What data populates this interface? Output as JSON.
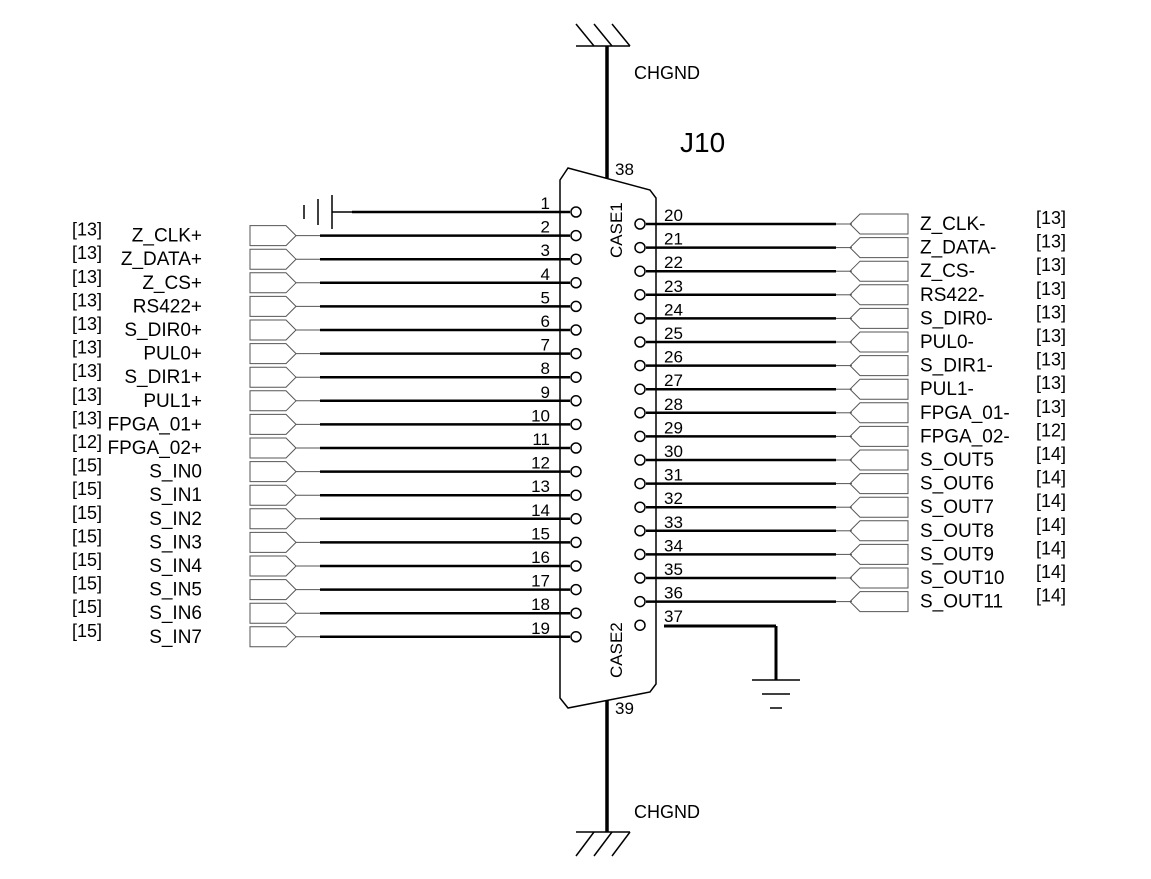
{
  "connector": {
    "refdes": "J10",
    "case_top_label": "CASE1",
    "case_bottom_label": "CASE2",
    "case_top_pin": "38",
    "case_bottom_pin": "39",
    "chassis_top_label": "CHGND",
    "chassis_bottom_label": "CHGND"
  },
  "left_pins": [
    {
      "pin": "1",
      "net": "",
      "ref": ""
    },
    {
      "pin": "2",
      "net": "Z_CLK+",
      "ref": "[13]"
    },
    {
      "pin": "3",
      "net": "Z_DATA+",
      "ref": "[13]"
    },
    {
      "pin": "4",
      "net": "Z_CS+",
      "ref": "[13]"
    },
    {
      "pin": "5",
      "net": "RS422+",
      "ref": "[13]"
    },
    {
      "pin": "6",
      "net": "S_DIR0+",
      "ref": "[13]"
    },
    {
      "pin": "7",
      "net": "PUL0+",
      "ref": "[13]"
    },
    {
      "pin": "8",
      "net": "S_DIR1+",
      "ref": "[13]"
    },
    {
      "pin": "9",
      "net": "PUL1+",
      "ref": "[13]"
    },
    {
      "pin": "10",
      "net": "FPGA_01+",
      "ref": "[13]"
    },
    {
      "pin": "11",
      "net": "FPGA_02+",
      "ref": "[12]"
    },
    {
      "pin": "12",
      "net": "S_IN0",
      "ref": "[15]"
    },
    {
      "pin": "13",
      "net": "S_IN1",
      "ref": "[15]"
    },
    {
      "pin": "14",
      "net": "S_IN2",
      "ref": "[15]"
    },
    {
      "pin": "15",
      "net": "S_IN3",
      "ref": "[15]"
    },
    {
      "pin": "16",
      "net": "S_IN4",
      "ref": "[15]"
    },
    {
      "pin": "17",
      "net": "S_IN5",
      "ref": "[15]"
    },
    {
      "pin": "18",
      "net": "S_IN6",
      "ref": "[15]"
    },
    {
      "pin": "19",
      "net": "S_IN7",
      "ref": "[15]"
    }
  ],
  "right_pins": [
    {
      "pin": "20",
      "net": "Z_CLK-",
      "ref": "[13]"
    },
    {
      "pin": "21",
      "net": "Z_DATA-",
      "ref": "[13]"
    },
    {
      "pin": "22",
      "net": "Z_CS-",
      "ref": "[13]"
    },
    {
      "pin": "23",
      "net": "RS422-",
      "ref": "[13]"
    },
    {
      "pin": "24",
      "net": "S_DIR0-",
      "ref": "[13]"
    },
    {
      "pin": "25",
      "net": "PUL0-",
      "ref": "[13]"
    },
    {
      "pin": "26",
      "net": "S_DIR1-",
      "ref": "[13]"
    },
    {
      "pin": "27",
      "net": "PUL1-",
      "ref": "[13]"
    },
    {
      "pin": "28",
      "net": "FPGA_01-",
      "ref": "[13]"
    },
    {
      "pin": "29",
      "net": "FPGA_02-",
      "ref": "[12]"
    },
    {
      "pin": "30",
      "net": "S_OUT5",
      "ref": "[14]"
    },
    {
      "pin": "31",
      "net": "S_OUT6",
      "ref": "[14]"
    },
    {
      "pin": "32",
      "net": "S_OUT7",
      "ref": "[14]"
    },
    {
      "pin": "33",
      "net": "S_OUT8",
      "ref": "[14]"
    },
    {
      "pin": "34",
      "net": "S_OUT9",
      "ref": "[14]"
    },
    {
      "pin": "35",
      "net": "S_OUT10",
      "ref": "[14]"
    },
    {
      "pin": "36",
      "net": "S_OUT11",
      "ref": "[14]"
    },
    {
      "pin": "37",
      "net": "",
      "ref": ""
    }
  ]
}
